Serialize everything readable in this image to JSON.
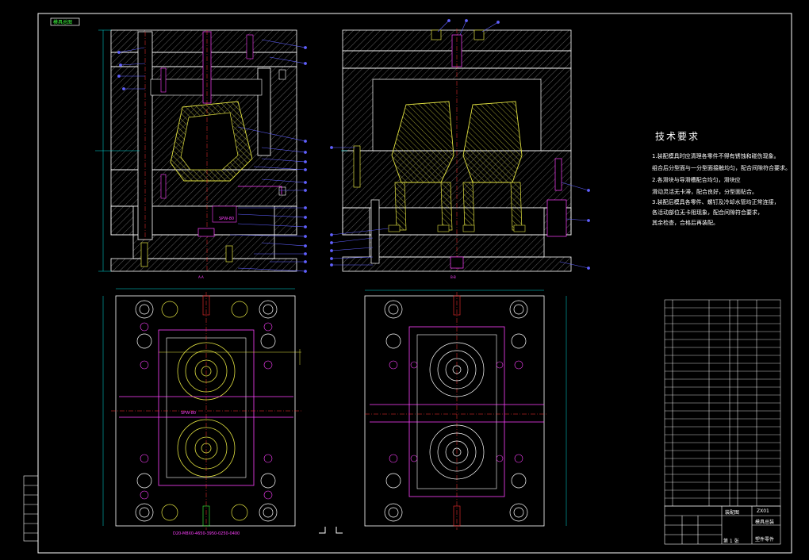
{
  "sheet": {
    "corner_tag": "模具总图"
  },
  "tech_requirements": {
    "title": "技术要求",
    "lines": [
      "1.装配模具时应清理各零件不得有锈蚀和碰伤现象。",
      "组合后分型面与一分型面接触均匀，配合间隙符合要求。",
      "2.各滑块与导滑槽配合均匀，滑块应",
      "滑动灵活无卡滞，配合良好，分型面贴合。",
      "3.装配后模具各零件、螺钉及冷却水管均正常连接，",
      "各活动部位无卡阻现象，配合间隙符合要求，",
      "其余检查，合格后再装配。"
    ]
  },
  "title_block": {
    "drawing_name": "装配图",
    "drawing_no": "ZX01",
    "scale_label": "模具总装",
    "part_label": "塑件零件",
    "sheet_label": "第 1 张"
  },
  "views": {
    "section_a_tag": "A-A",
    "section_b_tag": "B-B",
    "plan_label": "D20-M8X0-4650-3950-0250-0400",
    "part_tag_1": "SPW-80",
    "part_tag_2": "SPW-80"
  },
  "colors": {
    "background": "#000000",
    "line": "#ffffff",
    "hatch": "#c8c8c8",
    "part": "#e0e040",
    "dimension": "#00e0e0",
    "leader": "#6060ff",
    "center": "#ff3030",
    "highlight": "#ff40ff",
    "green": "#40ff40"
  }
}
